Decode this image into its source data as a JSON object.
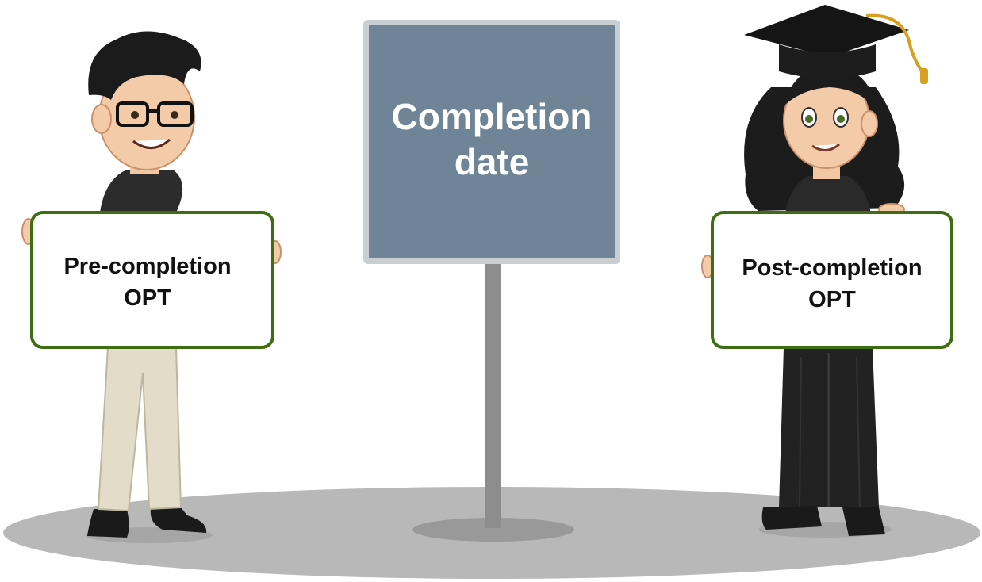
{
  "sign": {
    "label": "Completion\ndate"
  },
  "left_card": {
    "label": "Pre-completion\nOPT"
  },
  "right_card": {
    "label": "Post-completion\nOPT"
  },
  "colors": {
    "sign_fill": "#6f8597",
    "sign_frame": "#c9ced2",
    "card_border": "#3f6d12",
    "ground": "#b8b8b8",
    "pole": "#8d8d8d"
  },
  "icons": {
    "left_character": "student-with-glasses-icon",
    "right_character": "graduate-with-cap-icon"
  }
}
